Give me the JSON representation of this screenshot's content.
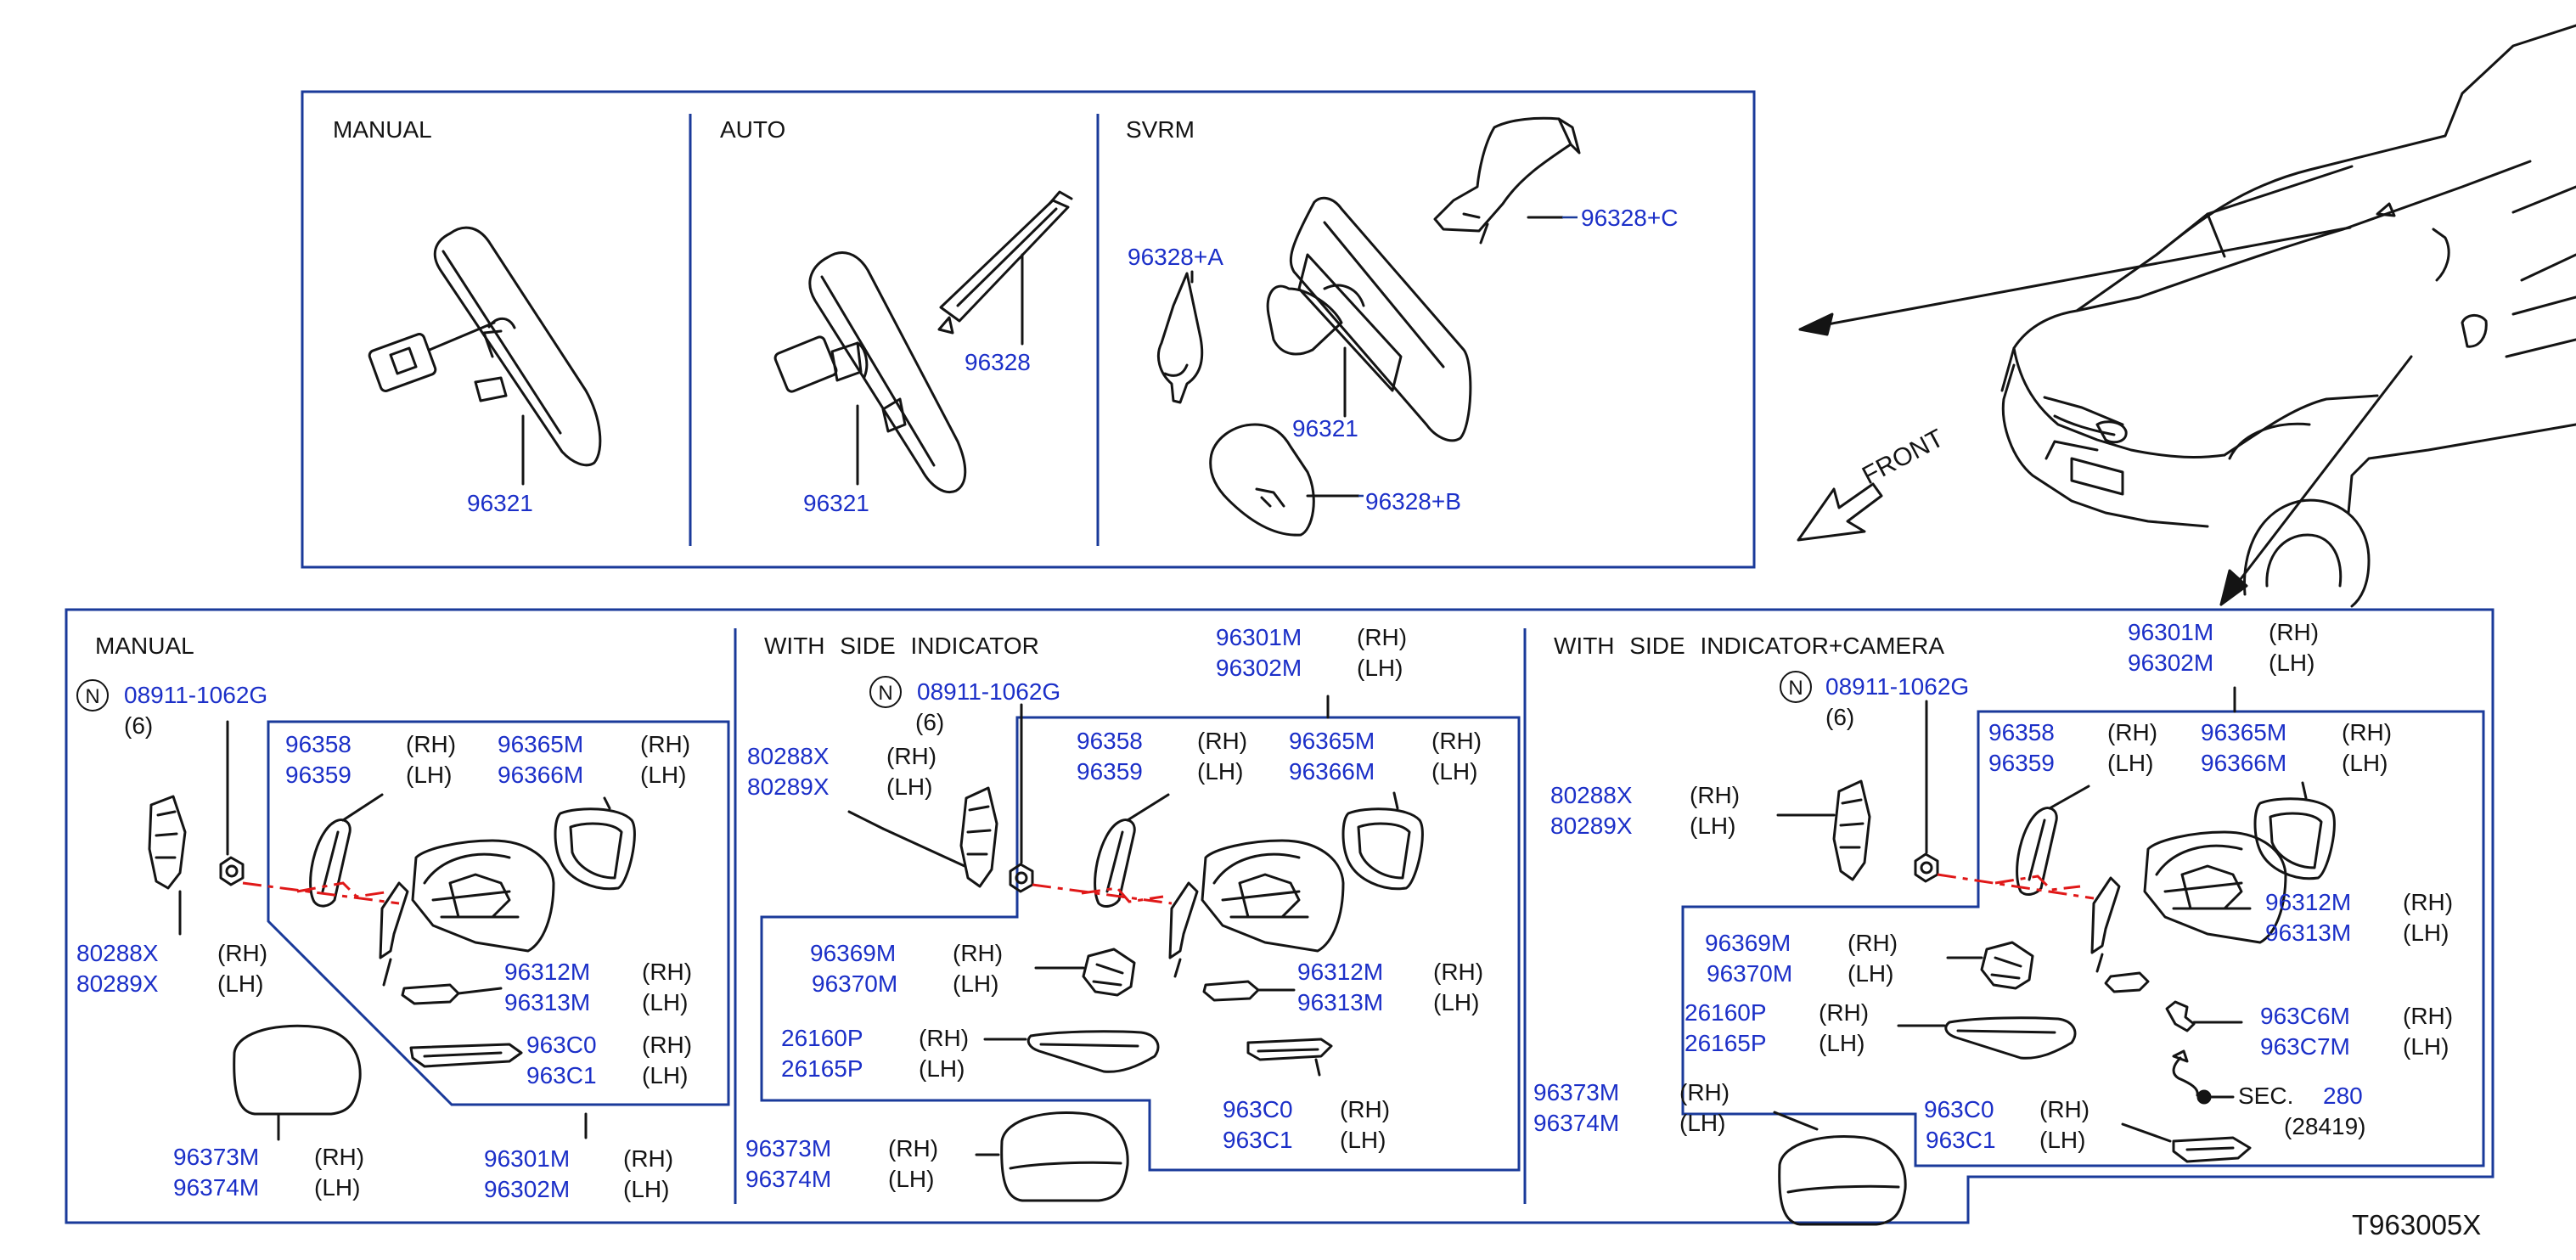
{
  "diagram_code": "T963005X",
  "front_label": "FRONT",
  "colors": {
    "frame": "#1a3a9a",
    "part_number": "#1b2fc8",
    "line": "#141414",
    "phantom": "#e01818"
  },
  "inner_mirror": {
    "panels": [
      {
        "title": "MANUAL",
        "parts": [
          "96321"
        ]
      },
      {
        "title": "AUTO",
        "parts": [
          "96321",
          "96328"
        ]
      },
      {
        "title": "SVRM",
        "parts": [
          "96328+A",
          "96328+C",
          "96321",
          "96328+B"
        ]
      }
    ]
  },
  "door_mirror": {
    "panels": [
      {
        "title": "MANUAL",
        "nut_symbol": "N",
        "nut_part": "08911-1062G",
        "nut_qty": "(6)",
        "parts": [
          {
            "a": "96358",
            "b": "96359"
          },
          {
            "a": "96365M",
            "b": "96366M"
          },
          {
            "a": "80288X",
            "b": "80289X"
          },
          {
            "a": "96312M",
            "b": "96313M"
          },
          {
            "a": "963C0",
            "b": "963C1"
          },
          {
            "a": "96373M",
            "b": "96374M"
          },
          {
            "a": "96301M",
            "b": "96302M"
          }
        ]
      },
      {
        "title": "WITH SIDE INDICATOR",
        "nut_symbol": "N",
        "nut_part": "08911-1062G",
        "nut_qty": "(6)",
        "parts": [
          {
            "a": "96301M",
            "b": "96302M"
          },
          {
            "a": "80288X",
            "b": "80289X"
          },
          {
            "a": "96358",
            "b": "96359"
          },
          {
            "a": "96365M",
            "b": "96366M"
          },
          {
            "a": "96369M",
            "b": "96370M"
          },
          {
            "a": "96312M",
            "b": "96313M"
          },
          {
            "a": "26160P",
            "b": "26165P"
          },
          {
            "a": "963C0",
            "b": "963C1"
          },
          {
            "a": "96373M",
            "b": "96374M"
          }
        ]
      },
      {
        "title": "WITH SIDE INDICATOR+CAMERA",
        "nut_symbol": "N",
        "nut_part": "08911-1062G",
        "nut_qty": "(6)",
        "parts": [
          {
            "a": "96301M",
            "b": "96302M"
          },
          {
            "a": "80288X",
            "b": "80289X"
          },
          {
            "a": "96358",
            "b": "96359"
          },
          {
            "a": "96365M",
            "b": "96366M"
          },
          {
            "a": "96369M",
            "b": "96370M"
          },
          {
            "a": "96312M",
            "b": "96313M"
          },
          {
            "a": "26160P",
            "b": "26165P"
          },
          {
            "a": "963C6M",
            "b": "963C7M"
          },
          {
            "a": "96373M",
            "b": "96374M"
          },
          {
            "a": "963C0",
            "b": "963C1"
          }
        ],
        "section_prefix": "SEC.",
        "section_number": "280",
        "section_ref": "(28419)"
      }
    ],
    "rh": "(RH)",
    "lh": "(LH)"
  }
}
